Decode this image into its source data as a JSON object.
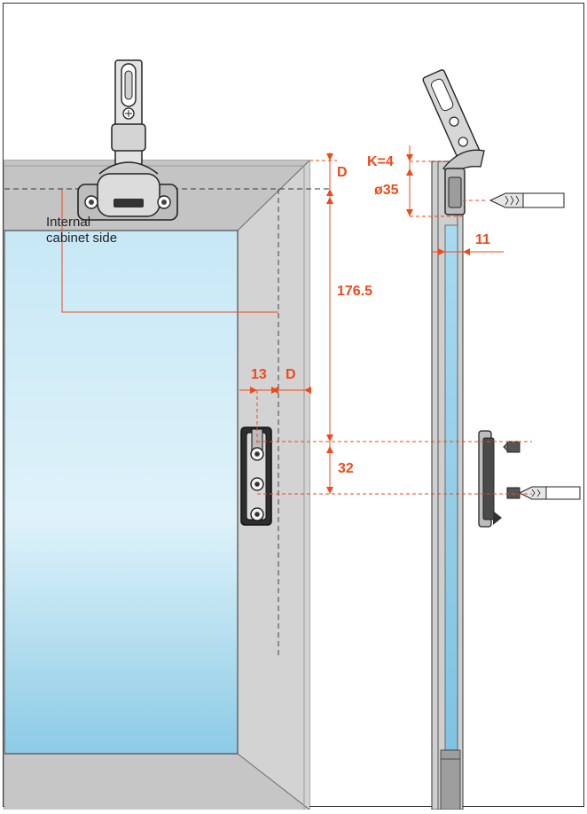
{
  "colors": {
    "dimension": "#ee4a1a",
    "frame": "#c9c9c9",
    "frame_dark": "#a9a9a9",
    "glass_top": "#bfe4f4",
    "glass_bottom": "#86c9e6",
    "hardware": "#9a9a9a",
    "outline": "#2a2a2a"
  },
  "labels": {
    "internal_line1": "Internal",
    "internal_line2": "cabinet side"
  },
  "dimensions": {
    "d_top": "D",
    "overlay": "176.5",
    "spacing": "32",
    "offset": "13",
    "d_side": "D",
    "k": "K=4",
    "cup": "ø35",
    "thickness": "11"
  }
}
